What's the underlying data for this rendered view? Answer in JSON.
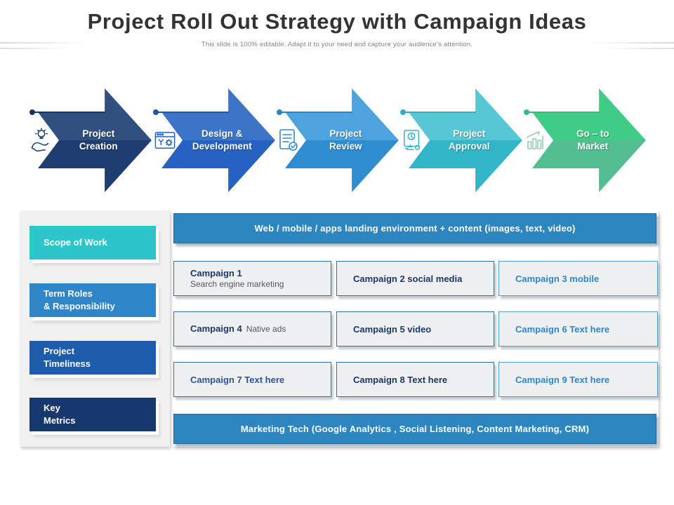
{
  "slide": {
    "title": "Project Roll Out Strategy with Campaign Ideas",
    "subtitle": "This slide is 100% editable. Adapt it to your need and capture your audience’s attention."
  },
  "process_arrows": [
    {
      "label_line1": "Project",
      "label_line2": "Creation",
      "icon": "idea-hand-icon",
      "color_top": "#31507F",
      "color_bottom": "#1E3D70",
      "accent": "#17356B",
      "icon_color": "#24477E"
    },
    {
      "label_line1": "Design &",
      "label_line2": "Development",
      "icon": "dev-window-icon",
      "color_top": "#3C74C8",
      "color_bottom": "#2562C1",
      "accent": "#1D56B0",
      "icon_color": "#2563C0"
    },
    {
      "label_line1": "Project",
      "label_line2": "Review",
      "icon": "doc-check-icon",
      "color_top": "#4CA3DE",
      "color_bottom": "#2F8CCF",
      "accent": "#2B84C6",
      "icon_color": "#2F8CCF"
    },
    {
      "label_line1": "Project",
      "label_line2": "Approval",
      "icon": "doc-approval-icon",
      "color_top": "#58C7D5",
      "color_bottom": "#33B5C8",
      "accent": "#2FAFC2",
      "icon_color": "#33B5C8"
    },
    {
      "label_line1": "Go – to",
      "label_line2": "Market",
      "icon": "growth-chart-icon",
      "color_top": "#3ECC86",
      "color_bottom": "#52BE91",
      "accent": "#35BD7D",
      "icon_color": "#97CBB0"
    }
  ],
  "sidebar": {
    "items": [
      {
        "label_line1": "Scope of Work",
        "bg": "#2CC5C9"
      },
      {
        "label_line1": "Term Roles",
        "label_line2": "& Responsibility",
        "bg": "#2E86C9"
      },
      {
        "label_line1": "Project",
        "label_line2": "Timeliness",
        "bg": "#1D5BAB"
      },
      {
        "label_line1": "Key",
        "label_line2": "Metrics",
        "bg": "#17386D"
      }
    ]
  },
  "main": {
    "banner_bg": "#2E86C0",
    "top_banner": "Web / mobile / apps landing environment + content (images, text, video)",
    "bottom_banner": "Marketing Tech (Google Analytics , Social Listening, Content Marketing, CRM)",
    "campaigns": [
      {
        "title": "Campaign 1",
        "detail": "Search engine marketing",
        "title_color": "#1F3864",
        "border": "#2E6FAE"
      },
      {
        "title": "Campaign 2 social media",
        "title_color": "#1F3864",
        "border": "#2E6FAE"
      },
      {
        "title": "Campaign 3 mobile",
        "title_color": "#2E87C8",
        "border": "#4AA0D4"
      },
      {
        "title": "Campaign 4",
        "detail": "Native ads",
        "title_color": "#1F3864",
        "border": "#2E6FAE"
      },
      {
        "title": "Campaign 5 video",
        "title_color": "#1F3864",
        "border": "#2E6FAE"
      },
      {
        "title": "Campaign 6 Text here",
        "title_color": "#2E87C8",
        "border": "#4AA0D4"
      },
      {
        "title": "Campaign 7 Text here",
        "title_color": "#2F5496",
        "border": "#2E6FAE"
      },
      {
        "title": "Campaign 8 Text here",
        "title_color": "#1F3864",
        "border": "#2E6FAE"
      },
      {
        "title": "Campaign 9 Text here",
        "title_color": "#2E87C8",
        "border": "#4AA0D4"
      }
    ]
  }
}
